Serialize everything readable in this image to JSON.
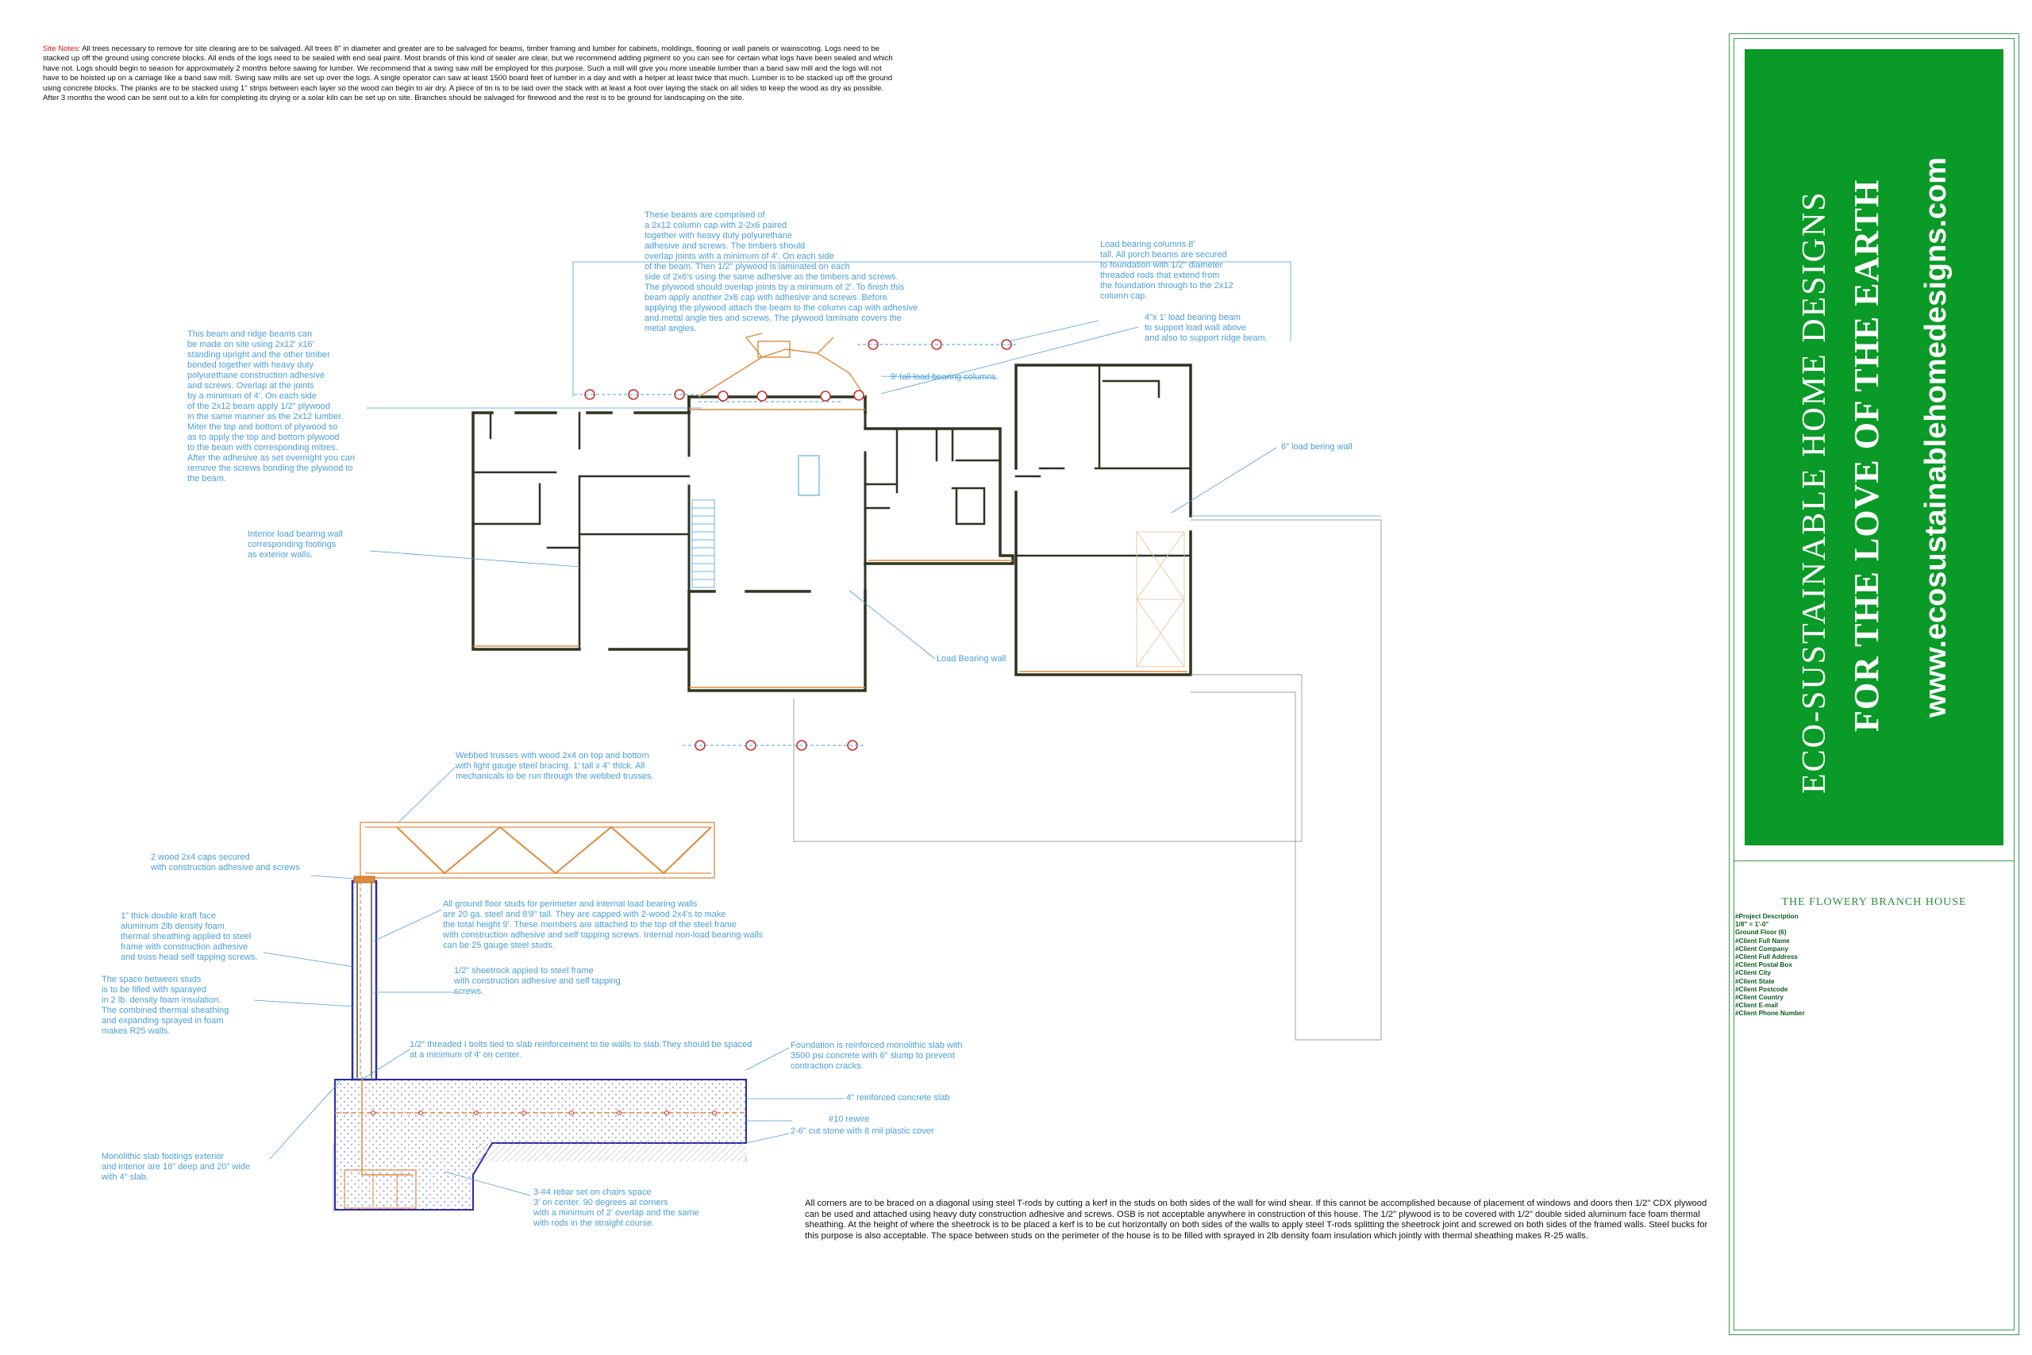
{
  "site_notes": {
    "label": "Site Notes:",
    "text": " All trees necessary to remove for site clearing are to be salvaged.  All trees 8\" in diameter and greater are to be salvaged for beams, timber framing and lumber for cabinets, moldings, flooring or wall panels or wainscoting.  Logs need to be stacked up off the ground using concrete blocks.  All ends of the logs need to be sealed with end seal paint.  Most brands of this kind of sealer are clear, but we recommend adding pigment so you can see for certain what logs have been sealed and which have not.  Logs should begin to season for approximately 2 months before sawing for lumber.  We recommend that a swing saw mill be employed for this purpose.  Such a mill will give you more useable lumber than a band saw mill and the logs will not have to be hoisted up on a carriage like a band saw mill.  Swing saw mills are set up over the logs.  A single operator can saw at least 1500 board feet of lumber in a day  and with a helper at least twice that much.  Lumber is to be stacked up off the ground using concrete blocks.  The planks are to be stacked using 1\" strips between each layer so the wood can begin to air dry.  A piece of tin is to be laid over the stack with at least a foot over laying the stack on all sides to keep the wood as dry as possible.  After 3 months the wood can be sent out to a kiln for completing its drying or a solar kiln can be set up on site.  Branches should be salvaged for firewood and the rest is to be ground for landscaping on the site."
  },
  "callouts": {
    "beams": "These beams are comprised of\na 2x12 column cap with 2-2x6 paired\ntogether with heavy duty polyurethane\nadhesive and screws. The timbers should\noverlap joints with a minimum of 4'. On each side\nof the beam. Then 1/2\" plywood is laminated on each\nside of 2x6's using the same adhesive as the timbers and screws.\nThe plywood should overlap joints by a minimum of 2'. To finish this\nbeam apply another 2x6 cap with adhesive and screws. Before\napplying the plywood attach the beam to the column cap with adhesive\nand metal angle ties and screws. The plywood laminate covers the\nmetal angles.",
    "columns": "Load bearing columns 8'\ntall. All porch beams are secured\nto foundation with 1/2\" diameter\nthreaded rods that extend from\nthe foundation through to the 2x12\ncolumn cap.",
    "load_beam": "4\"x 1' load bearing beam\nto support load wall above\nand also to support ridge beam.",
    "nine_foot": "9' tall load bearing columns.",
    "ridge": "This beam and ridge beams can\nbe made on site using 2x12' x16'\nstanding upright and the other timber\nbonded together with heavy duty\npolyurethane construction adhesive\nand screws. Overlap at the joints\nby a minimum of 4'. On each side\nof the 2x12 beam apply 1/2\" plywood\nin the same manner as the 2x12 lumber.\nMiter the top and bottom of plywood so\nas to apply the top and bottom plywood\nto the beam with corresponding mitres.\nAfter the adhesive as set overnight you can\nremove the screws bonding the plywood to\nthe beam.",
    "six_inch": "6\" load bering wall",
    "interior": "Interior load bearing wall\ncorresponding footings\nas exterior walls.",
    "load_bearing": "Load Bearing wall",
    "trusses": "Webbed trusses with wood 2x4 on top and bottom\nwith light gauge steel bracing. 1' tall x 4\" thick. All\nmechanicals to be run through the webbed trusses.",
    "caps": "2 wood 2x4 caps secured\nwith construction adhesive and screws",
    "kraft": "1\" thick double kraft face\naluminum 2lb density foam\nthermal sheathing applied to steel\nframe with construction adhesive\nand truss head self tapping screws.",
    "studs": "All ground floor studs for perimeter and internal load bearing walls\nare 20 ga. steel and 8'9\" tall. They are capped with 2-wood 2x4's to make\nthe total height 9'. These members are attached to the top of the steel frame\nwith construction adhesive and self tapping screws. Internal non-load bearing walls\ncan be 25 gauge steel studs.",
    "space": "The space between studs\nis to be filled with sparayed\nin 2 lb. density foam insulation.\nThe combined thermal sheathing\nand expanding sprayed in foam\nmakes R25 walls.",
    "sheetrock": "1/2\" sheetrock appied to steel frame\nwith construction adhesive and self tapping\nscrews.",
    "bolts": "1/2\" threaded I bolts tied to slab reinforcement to tie walls to slab.They should be spaced\nat a minimum of 4' on center.",
    "foundation": "Foundation is reinforced monolithic slab with\n3500 psi concrete with 6\" slump to prevent\ncontraction cracks.",
    "slab": "4\" reinforced concrete slab",
    "rewire": "#10 rewire",
    "stone": "2-6\" cut stone with 8 mil plastic cover",
    "footings": "Monolithic slab footings exterior\nand interior are 16\" deep and 20\" wide\nwith 4\" slab.",
    "rebar": "3-#4 rebar set on chairs space\n3' on center. 90 degrees at corners\nwith a minimum of 2' overlap and the same\nwith rods in the straight course."
  },
  "corner_note": "All corners are to be braced on a diagonal using steel T-rods by cutting a kerf in the studs on both sides of the wall for wind shear. If this cannot be accomplished because of placement of windows and doors then 1/2\" CDX plywood can be used and attached using heavy duty construction adhesive and screws.  OSB is not acceptable anywhere in construction of this house.  The 1/2\" plywood is to be covered with 1/2\" double sided aluminum face foam thermal sheathing. At the height of where the sheetrock is to be placed a kerf is to be cut horizontally on both sides of the walls to apply steel T-rods splitting the sheetrock joint and screwed on both sides of the framed walls.  Steel bucks for this purpose is also acceptable.  The space between studs on the perimeter of the house is to be filled with sprayed in 2lb density foam insulation which jointly with thermal sheathing makes R-25 walls.",
  "title_block": {
    "brand": "ECO-SUSTAINABLE HOME DESIGNS",
    "tagline": "FOR THE LOVE OF THE EARTH",
    "website": "www.ecosustainablehomedesigns.com",
    "project_title": "THE FLOWERY BRANCH HOUSE",
    "fields": [
      "#Project Description",
      "1/8\"    =    1'-0\"",
      "Ground Floor (6)",
      "#Client Full Name",
      "#Client Company",
      "#Client Full Address",
      "#Client Postal Box",
      "#Client City",
      "#Client State",
      "#Client Postcode",
      "#Client Country",
      "#Client E-mail",
      "#Client Phone Number"
    ]
  },
  "colors": {
    "brand_green": "#0a9a27",
    "callout_blue": "#4a9ed8",
    "wall": "#2f3320",
    "framing_orange": "#e08a3c",
    "column_red": "#c8322a",
    "slab_blue": "#2b2ba8"
  }
}
